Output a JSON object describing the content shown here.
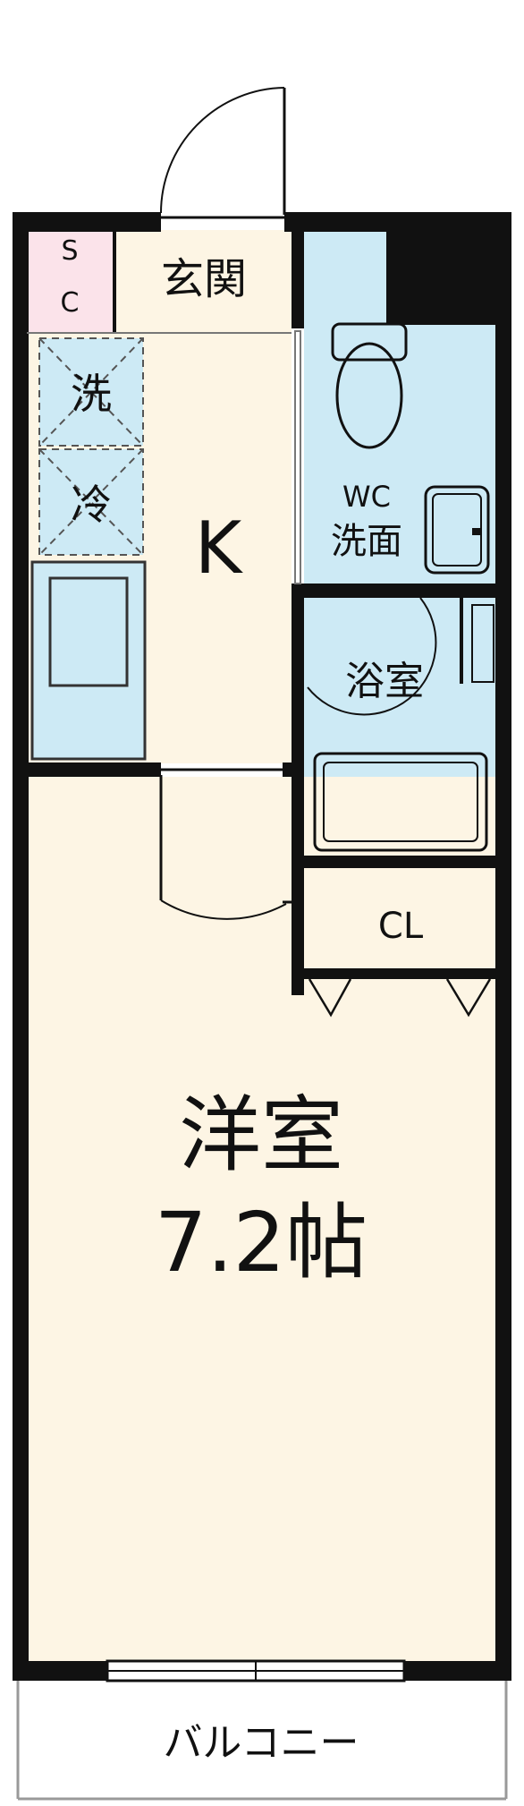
{
  "rooms": {
    "sc_top": "S",
    "sc_bottom": "C",
    "genkan": "玄関",
    "washer": "洗",
    "fridge": "冷",
    "kitchen": "K",
    "wc_line1": "WC",
    "wc_line2": "洗面",
    "bath": "浴室",
    "closet": "CL",
    "western_line1": "洋室",
    "western_line2": "7.2帖",
    "balcony": "バルコニー"
  },
  "colors": {
    "wall": "#111111",
    "floor": "#fdf5e4",
    "wet_area": "#cdeaf5",
    "storage": "#fbe3ea",
    "balcony": "#ffffff"
  }
}
